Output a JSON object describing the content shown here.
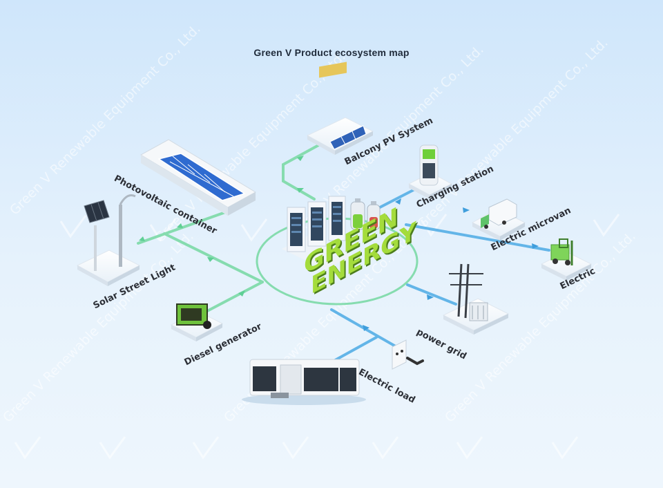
{
  "title": "Green V Product ecosystem map",
  "watermark": "Green V Renewable Equipment Co., Ltd.",
  "logo_text": "GREEN",
  "center_text": [
    "GREEN",
    "ENERGY"
  ],
  "nodes": {
    "balcony_pv": "Balcony PV System",
    "charging_station": "Charging station",
    "electric_microvan": "Electric microvan",
    "electric": "Electric",
    "power_grid": "power grid",
    "electric_load": "Electric load",
    "diesel_generator": "Diesel generator",
    "solar_street_light": "Solar Street Light",
    "photovoltaic_container": "Photovoltaic container"
  },
  "colors": {
    "input_line": "#7ed9a8",
    "output_line": "#5aaee6",
    "ring": "#7ed9a8",
    "energy_text": "#9bd93a"
  }
}
